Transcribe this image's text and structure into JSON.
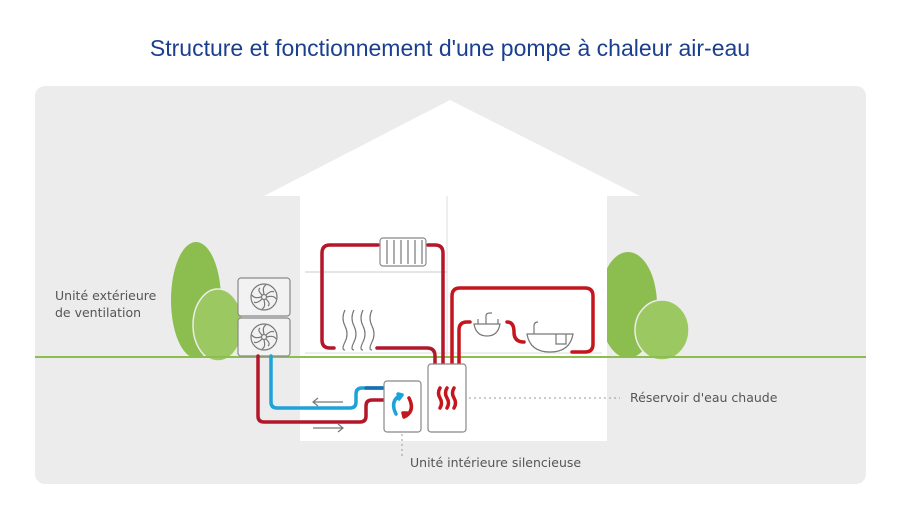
{
  "title": "Structure et fonctionnement d'une pompe à chaleur air-eau",
  "labels": {
    "outdoor_unit_line1": "Unité extérieure",
    "outdoor_unit_line2": "de ventilation",
    "hot_water_tank": "Réservoir d'eau chaude",
    "indoor_unit": "Unité intérieure silencieuse"
  },
  "colors": {
    "title": "#1b3f8f",
    "hot_pipe": "#c4161c",
    "cold_pipe": "#1ea2d9",
    "grass": "#8cbd4f",
    "card": "#ececec"
  }
}
